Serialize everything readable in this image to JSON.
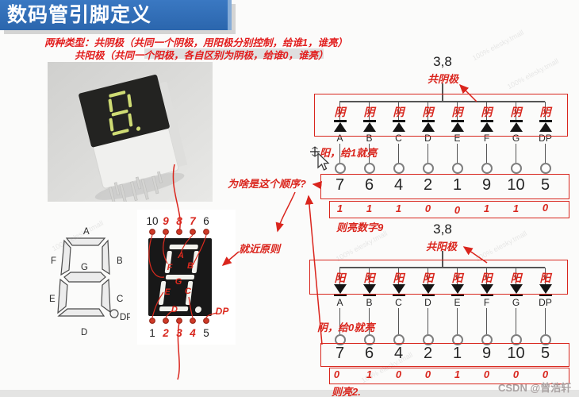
{
  "title": "数码管引脚定义",
  "intro": {
    "line1": "两种类型：共阴极（共同一个阴极，用阳极分别控制，给谁1，谁亮）",
    "line2": "共阳极（共同一个阳极，各自区别为阴极，给谁0，谁亮）"
  },
  "annotations": {
    "order_question": "为啥是这个顺序?",
    "proximity_rule": "就近原则",
    "csdn": "CSDN @曾浩轩",
    "watermark": "100% elesky.tmall"
  },
  "segment_diagram": {
    "labels": {
      "a": "A",
      "b": "B",
      "c": "C",
      "d": "D",
      "e": "E",
      "f": "F",
      "g": "G",
      "dp": "DP"
    }
  },
  "pin_diagram": {
    "top_pins": [
      "10",
      "9",
      "8",
      "7",
      "6"
    ],
    "bottom_pins": [
      "1",
      "2",
      "3",
      "4",
      "5"
    ],
    "segments": {
      "a": "A",
      "b": "B",
      "c": "C",
      "d": "D",
      "e": "E",
      "f": "F",
      "g": "G",
      "dp": "DP"
    }
  },
  "circuits": [
    {
      "common_pin": "3,8",
      "common_label": "共阴极",
      "polarity": "阴",
      "hint": "阳，给1就亮",
      "segments": [
        "A",
        "B",
        "C",
        "D",
        "E",
        "F",
        "G",
        "DP"
      ],
      "pins": [
        "7",
        "6",
        "4",
        "2",
        "1",
        "9",
        "10",
        "5"
      ],
      "bits": [
        "1",
        "1",
        "1",
        "0",
        "0",
        "1",
        "1",
        "0"
      ],
      "result": "则亮数字9"
    },
    {
      "common_pin": "3,8",
      "common_label": "共阳极",
      "polarity": "阳",
      "hint": "阴，给0就亮",
      "segments": [
        "A",
        "B",
        "C",
        "D",
        "E",
        "F",
        "G",
        "DP"
      ],
      "pins": [
        "7",
        "6",
        "4",
        "2",
        "1",
        "9",
        "10",
        "5"
      ],
      "bits": [
        "0",
        "1",
        "0",
        "0",
        "1",
        "0",
        "0",
        "0"
      ],
      "result": "则亮2."
    }
  ],
  "colors": {
    "title_blue": "#2e6cb5",
    "accent_red": "#da251d",
    "segment_glow": "#ccd878"
  }
}
